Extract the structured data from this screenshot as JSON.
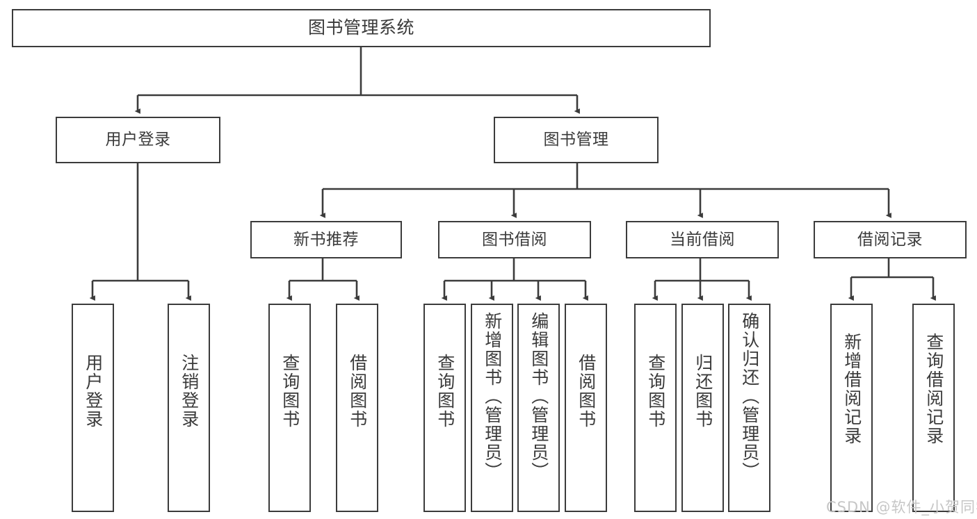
{
  "diagram": {
    "title": "图书管理系统",
    "type": "tree-hierarchy-chart",
    "watermark": "CSDN @软件_小贺同学",
    "colors": {
      "box_border": "#3b3b3b",
      "box_fill": "#ffffff",
      "connector": "#3b3b3b",
      "text": "#3a3a3a",
      "watermark": "#c6c6c6",
      "background": "#ffffff"
    },
    "root": {
      "label": "图书管理系统"
    },
    "level2": [
      {
        "label": "用户登录"
      },
      {
        "label": "图书管理"
      }
    ],
    "level3": [
      {
        "label": "新书推荐"
      },
      {
        "label": "图书借阅"
      },
      {
        "label": "当前借阅"
      },
      {
        "label": "借阅记录"
      }
    ],
    "leaves": {
      "user_login": [
        {
          "label": "用户登录"
        },
        {
          "label": "注销登录"
        }
      ],
      "new_book_recommend": [
        {
          "label": "查询图书"
        },
        {
          "label": "借阅图书"
        }
      ],
      "book_borrow": [
        {
          "label": "查询图书"
        },
        {
          "label": "新增图书（管理员）"
        },
        {
          "label": "编辑图书（管理员）"
        },
        {
          "label": "借阅图书"
        }
      ],
      "current_borrow": [
        {
          "label": "查询图书"
        },
        {
          "label": "归还图书"
        },
        {
          "label": "确认归还（管理员）"
        }
      ],
      "borrow_record": [
        {
          "label": "新增借阅记录"
        },
        {
          "label": "查询借阅记录"
        }
      ]
    }
  }
}
